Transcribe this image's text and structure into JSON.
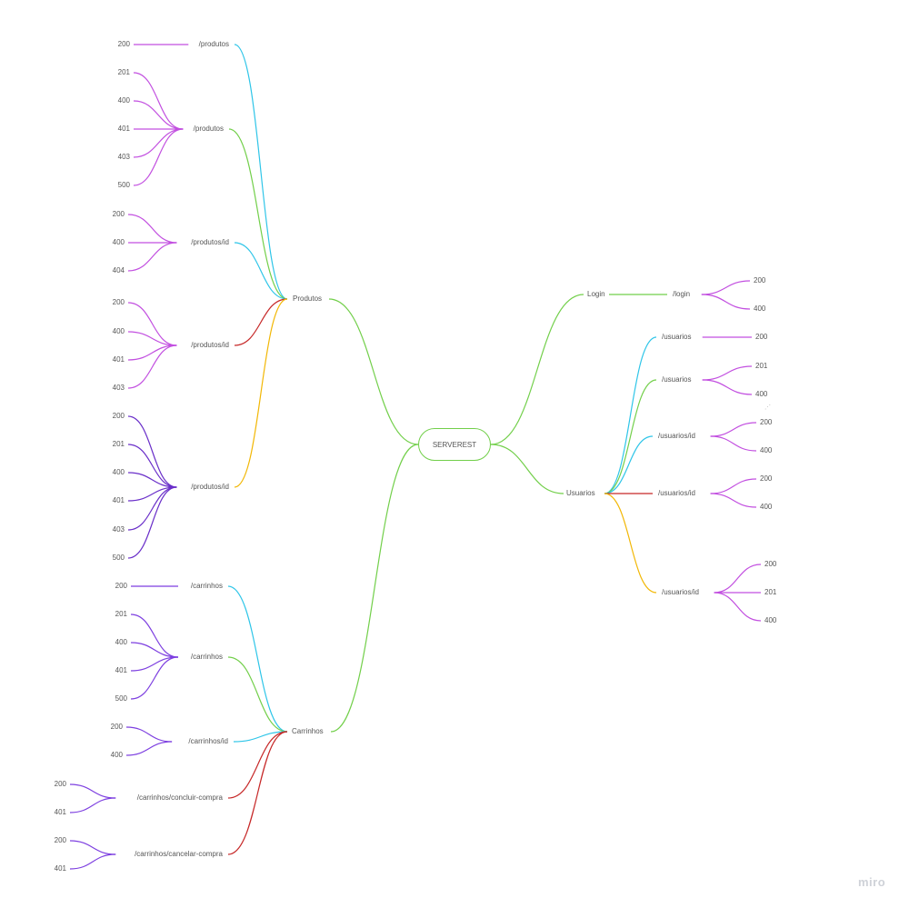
{
  "colors": {
    "green": "#72cf4a",
    "cyan": "#2ec5e8",
    "red": "#c62828",
    "yellow": "#f2b705",
    "magenta": "#c24fe0",
    "violet": "#7d3fe0",
    "deep_violet": "#6a2fc9",
    "text": "#555555"
  },
  "root": {
    "label": "SERVEREST"
  },
  "branches": {
    "produtos": "Produtos",
    "carrinhos": "Carrinhos",
    "login": "Login",
    "usuarios": "Usuarios"
  },
  "endpoints": [
    {
      "label": "/produtos",
      "codes": [
        "200"
      ]
    },
    {
      "label": "/produtos",
      "codes": [
        "201",
        "400",
        "401",
        "403",
        "500"
      ]
    },
    {
      "label": "/produtos/id",
      "codes": [
        "200",
        "400",
        "404"
      ]
    },
    {
      "label": "/produtos/id",
      "codes": [
        "200",
        "400",
        "401",
        "403"
      ]
    },
    {
      "label": "/produtos/id",
      "codes": [
        "200",
        "201",
        "400",
        "401",
        "403",
        "500"
      ]
    },
    {
      "label": "/carrinhos",
      "codes": [
        "200"
      ]
    },
    {
      "label": "/carrinhos",
      "codes": [
        "201",
        "400",
        "401",
        "500"
      ]
    },
    {
      "label": "/carrinhos/id",
      "codes": [
        "200",
        "400"
      ]
    },
    {
      "label": "/carrinhos/concluir-compra",
      "codes": [
        "200",
        "401"
      ]
    },
    {
      "label": "/carrinhos/cancelar-compra",
      "codes": [
        "200",
        "401"
      ]
    },
    {
      "label": "/login",
      "codes": [
        "200",
        "400"
      ]
    },
    {
      "label": "/usuarios",
      "codes": [
        "200"
      ]
    },
    {
      "label": "/usuarios",
      "codes": [
        "201",
        "400"
      ]
    },
    {
      "label": "/usuarios/id",
      "codes": [
        "200",
        "400"
      ]
    },
    {
      "label": "/usuarios/id",
      "codes": [
        "200",
        "400"
      ]
    },
    {
      "label": "/usuarios/id",
      "codes": [
        "200",
        "201",
        "400"
      ]
    }
  ],
  "branding": {
    "logo": "miro"
  }
}
